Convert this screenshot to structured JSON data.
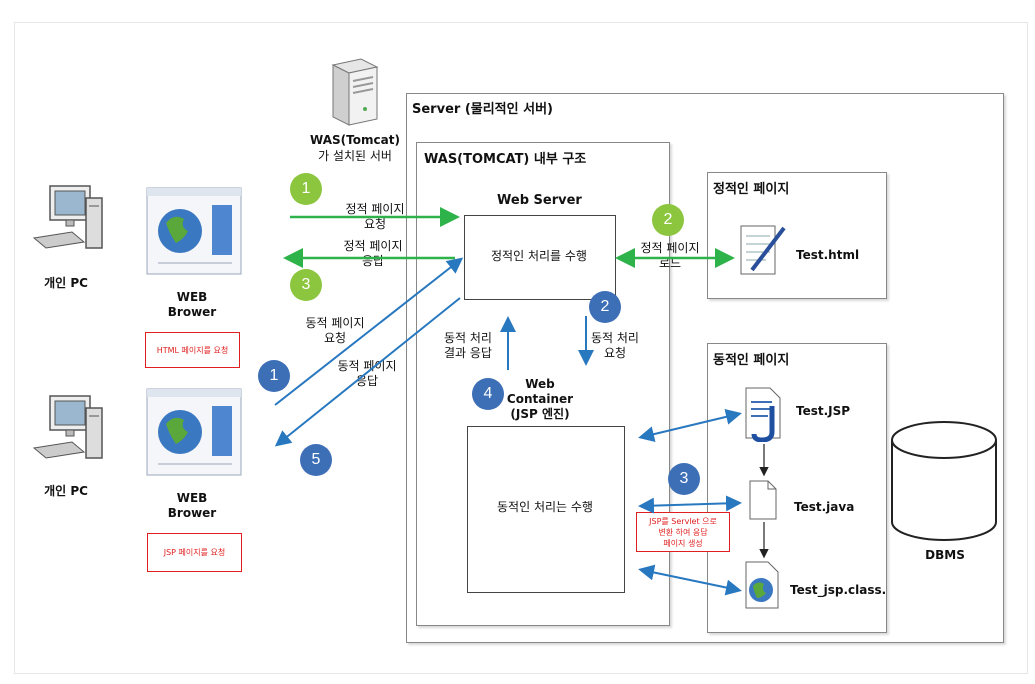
{
  "server": {
    "title": "Server (물리적인 서버)"
  },
  "was": {
    "title": "WAS(TOMCAT) 내부 구조",
    "caption_line1": "WAS(Tomcat)",
    "caption_line2": "가 설치된 서버"
  },
  "web_server": {
    "title": "Web Server",
    "box_text": "정적인 처리를 수행"
  },
  "web_container": {
    "title_line1": "Web",
    "title_line2": "Container",
    "title_line3": "(JSP 엔진)",
    "box_text": "동적인 처리는 수행"
  },
  "static_page": {
    "title": "정적인 페이지",
    "file": "Test.html"
  },
  "dynamic_page": {
    "title": "동적인 페이지",
    "files": [
      "Test.JSP",
      "Test.java",
      "Test_jsp.class."
    ]
  },
  "dbms": {
    "label": "DBMS"
  },
  "clients": [
    {
      "pc_label": "개인 PC",
      "browser_line1": "WEB",
      "browser_line2": "Brower",
      "note": "HTML 페이지를 요청"
    },
    {
      "pc_label": "개인 PC",
      "browser_line1": "WEB",
      "browser_line2": "Brower",
      "note": "JSP 페이지를 요청"
    }
  ],
  "labels": {
    "static_request": [
      "정적 페이지",
      "요청"
    ],
    "static_response": [
      "정적 페이지",
      "응답"
    ],
    "static_load": [
      "정적 페이지",
      "로드"
    ],
    "dynamic_request": [
      "동적 페이지",
      "요청"
    ],
    "dynamic_response": [
      "동적 페이지",
      "응답"
    ],
    "dyn_result_response": [
      "동적 처리",
      "결과 응답"
    ],
    "dyn_process_request": [
      "동적 처리",
      "요청"
    ],
    "servlet_note": [
      "JSP를 Servlet 으로",
      "변환 하여 응답",
      "페이지 생성"
    ]
  },
  "steps": {
    "green_1": "1",
    "green_2": "2",
    "green_3": "3",
    "blue_1": "1",
    "blue_2": "2",
    "blue_3": "3",
    "blue_4": "4",
    "blue_5": "5"
  },
  "colors": {
    "green_arrow": "#2db34a",
    "blue_arrow": "#2878c0",
    "green_badge": "#8cc63f",
    "blue_badge": "#3d6fb6",
    "note_red": "#e02020"
  }
}
